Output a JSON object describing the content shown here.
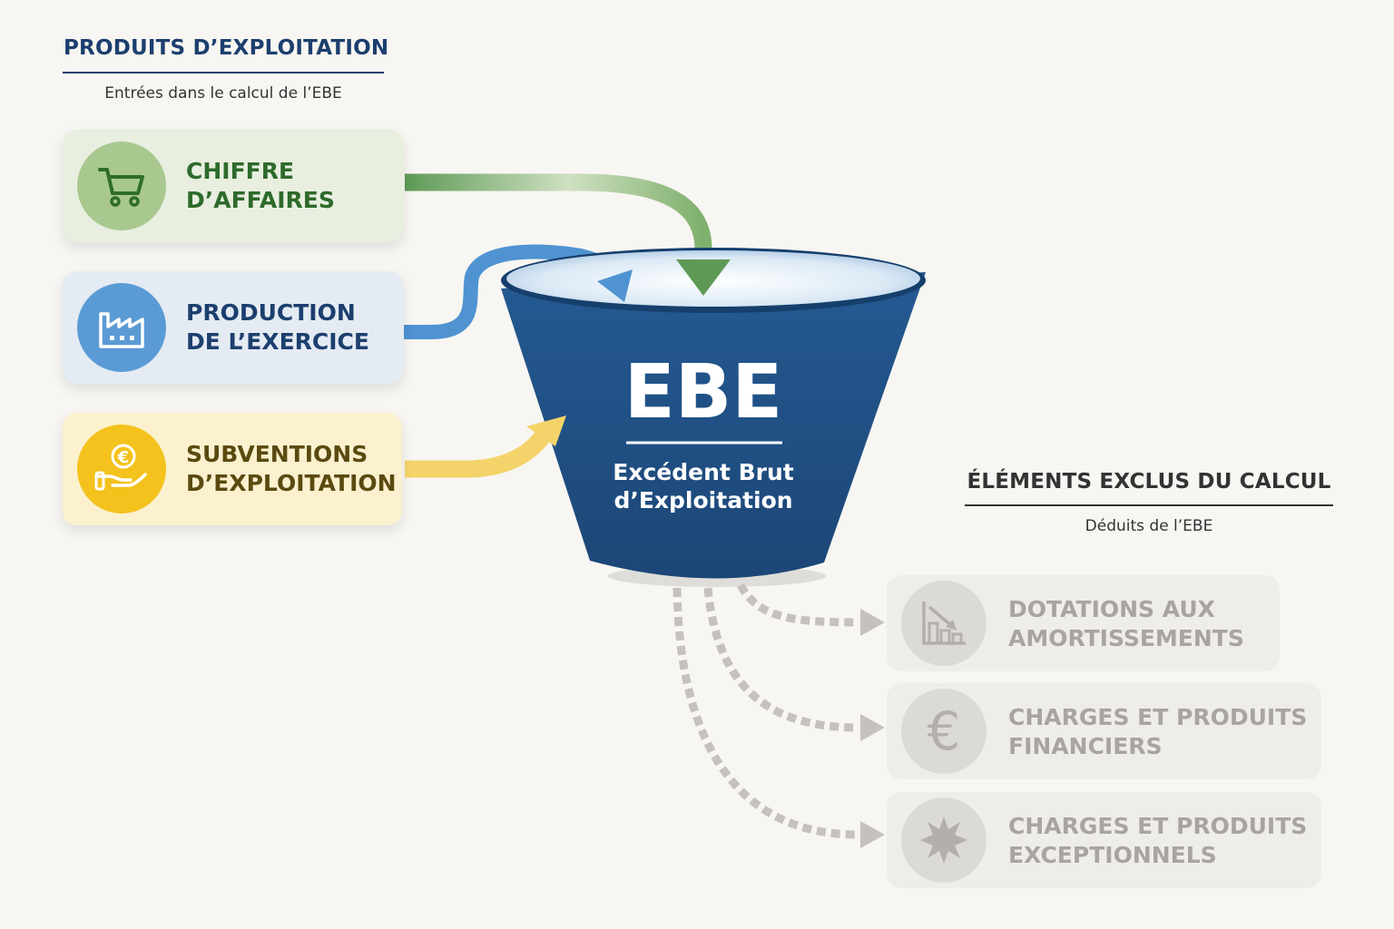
{
  "inputs": {
    "title": "PRODUITS D’EXPLOITATION",
    "subtitle": "Entrées dans le calcul de l’EBE",
    "items": [
      {
        "label": "CHIFFRE\nD’AFFAIRES",
        "icon": "shopping-cart-icon",
        "color": "#5e9a56"
      },
      {
        "label": "PRODUCTION\nDE L’EXERCICE",
        "icon": "factory-icon",
        "color": "#4a8fcf"
      },
      {
        "label": "SUBVENTIONS\nD’EXPLOITATION",
        "icon": "euro-hand-icon",
        "color": "#f2c12e"
      }
    ]
  },
  "funnel": {
    "abbr": "EBE",
    "full": "Excédent Brut\nd’Exploitation",
    "color": "#1f4d80"
  },
  "excluded": {
    "title": "ÉLÉMENTS EXCLUS DU CALCUL",
    "subtitle": "Déduits de l’EBE",
    "items": [
      {
        "label": "DOTATIONS AUX\nAMORTISSEMENTS",
        "icon": "declining-chart-icon"
      },
      {
        "label": "CHARGES ET PRODUITS\nFINANCIERS",
        "icon": "euro-icon"
      },
      {
        "label": "CHARGES ET PRODUITS\nEXCEPTIONNELS",
        "icon": "starburst-icon"
      }
    ],
    "color": "#b9b6b2"
  }
}
